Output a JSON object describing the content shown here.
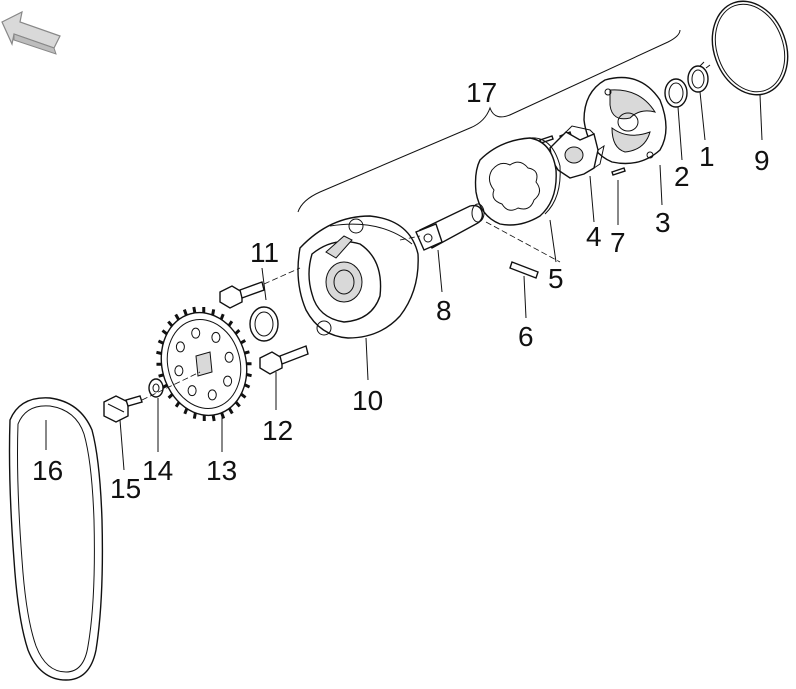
{
  "callouts": {
    "c1": "1",
    "c2": "2",
    "c3": "3",
    "c4": "4",
    "c5": "5",
    "c6": "6",
    "c7": "7",
    "c8": "8",
    "c9": "9",
    "c10": "10",
    "c11": "11",
    "c12": "12",
    "c13": "13",
    "c14": "14",
    "c15": "15",
    "c16": "16",
    "c17": "17"
  },
  "icons": {
    "orientation": "direction-arrow-icon"
  },
  "colors": {
    "line": "#111111",
    "background": "#ffffff",
    "arrow_fill": "#d9d9d9"
  }
}
